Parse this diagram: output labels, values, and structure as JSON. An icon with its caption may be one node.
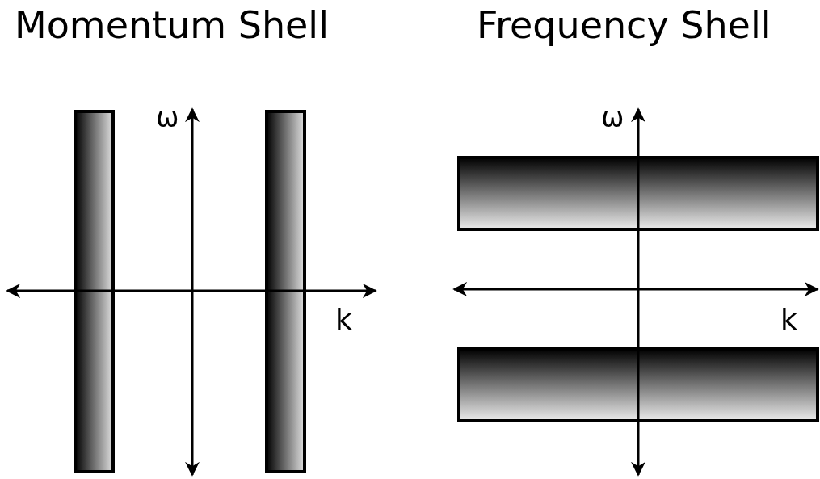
{
  "diagram": {
    "labels": [
      "Momentum Shell",
      "Frequency Shell",
      "ω",
      "k",
      "ω",
      "k"
    ]
  }
}
